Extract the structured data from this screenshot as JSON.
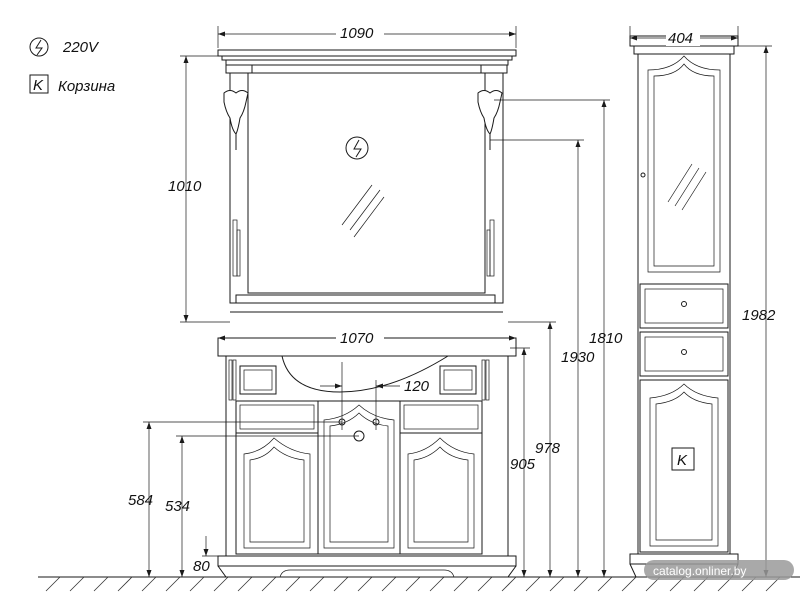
{
  "legend": {
    "power_label": "220V",
    "basket_symbol": "K",
    "basket_label": "Корзина"
  },
  "dimensions": {
    "mirror_width": "1090",
    "mirror_height": "1010",
    "vanity_width": "1070",
    "drain_offset": "120",
    "h_905": "905",
    "h_978": "978",
    "h_1930": "1930",
    "h_1810": "1810",
    "h_584": "584",
    "h_534": "534",
    "h_80": "80",
    "cabinet_width": "404",
    "cabinet_height": "1982"
  },
  "cabinet_basket_mark": "K",
  "watermark": "catalog.onliner.by"
}
